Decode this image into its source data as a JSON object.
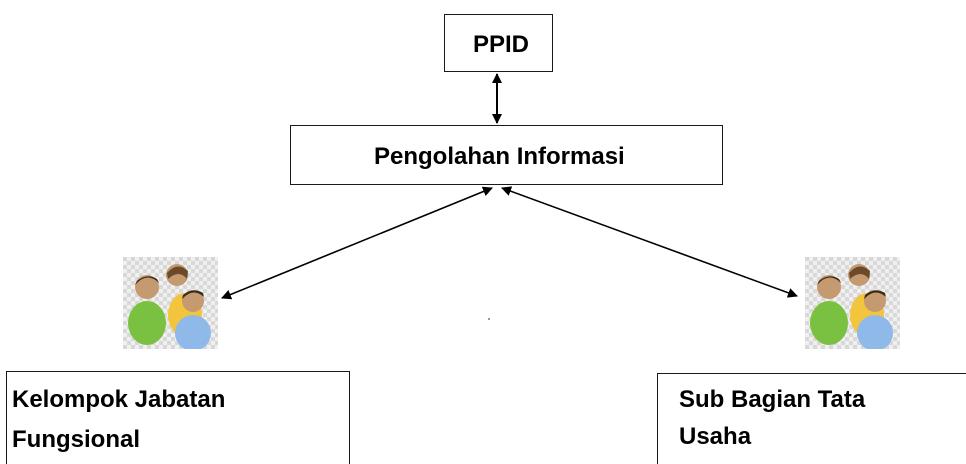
{
  "diagram": {
    "nodes": {
      "ppid": {
        "label": "PPID"
      },
      "pengolahan": {
        "label": "Pengolahan Informasi"
      },
      "kelompok": {
        "line1": "Kelompok Jabatan",
        "line2": "Fungsional"
      },
      "subbagian": {
        "line1": "Sub Bagian Tata",
        "line2": "Usaha"
      }
    },
    "icons": {
      "left": "users-group-icon",
      "right": "users-group-icon"
    },
    "edges": [
      {
        "from": "ppid",
        "to": "pengolahan",
        "type": "bidirectional"
      },
      {
        "from": "pengolahan",
        "to": "kelompok",
        "type": "bidirectional"
      },
      {
        "from": "pengolahan",
        "to": "subbagian",
        "type": "bidirectional"
      }
    ],
    "colors": {
      "border": "#1a1a1a",
      "text": "#000000",
      "person_green": "#7ac142",
      "person_yellow": "#f2c53d",
      "person_blue": "#8fb9e8"
    }
  }
}
